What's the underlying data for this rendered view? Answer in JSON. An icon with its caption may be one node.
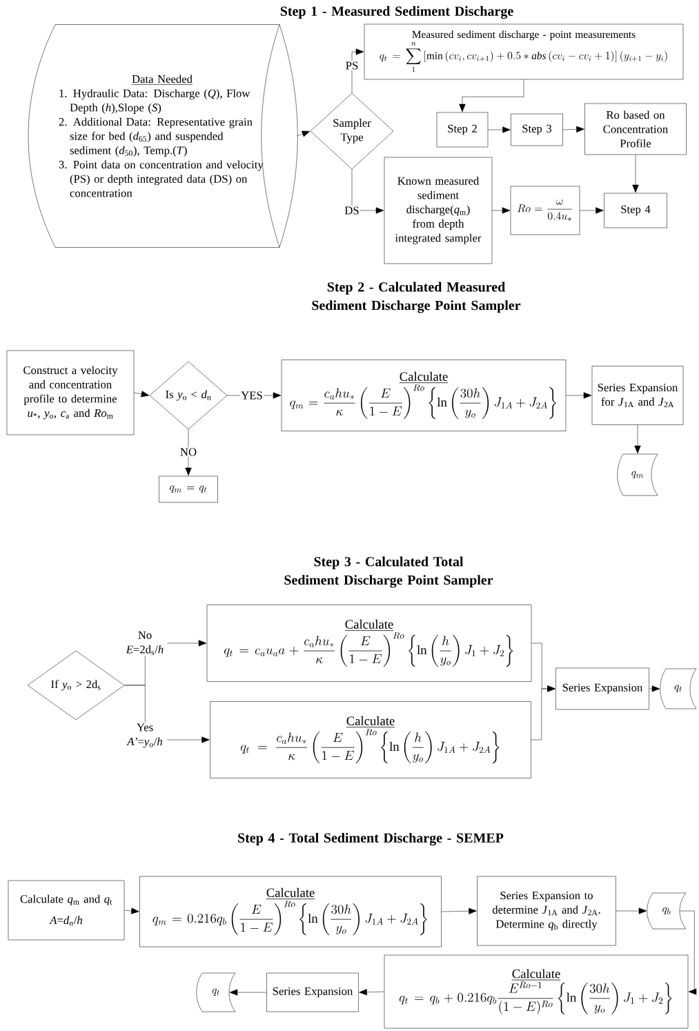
{
  "diagram": {
    "nodes": [
      {
        "text": [
          "Data Needed",
          "1. Hydraulic Data: Discharge (*Q*), Flow Depth (*h*),Slope (*S*)",
          "2. Additional Data: Representative grain size for bed (*d*$_{65}$) and suspended sediment (*d*$_{50}$), Temp.(*T*)",
          "3. Point data on concentration and velocity (PS) or depth integrated data (DS) on concentration"
        ]
      },
      {
        "text": [
          "Sampler Type"
        ]
      },
      {
        "text": [
          "Measured sediment discharge - point measurements",
          "q_t=\\sum\\limits_{1}^{n}\\left[\\min\\left(cv_i,cv_{i+1}\\right)+0.5*\\mathit{abs}\\left(cv_i-cv_i+1\\right)\\right]\\left(y_{i+1}-y_i\\right)"
        ]
      },
      {
        "text": [
          "Step 2"
        ]
      },
      {
        "text": [
          "Step 3"
        ]
      },
      {
        "text": [
          "Ro based on Concentration Profile"
        ]
      },
      {
        "text": [
          "Known measured sediment discharge(*q*$_{m}$) from depth integrated sampler"
        ]
      },
      {
        "text": [
          "Ro=\\frac{\\omega}{0.4u_*}"
        ]
      },
      {
        "text": [
          "Step 4"
        ]
      },
      {
        "text": [
          "Construct a velocity and concentration profile to determine *u*$_{*}$, *y*$_{o}$, *c*$_{a}$ and *Ro*$_{m}$"
        ]
      },
      {
        "text": [
          "Is *y*$_{o}$ < *d*$_{n}$"
        ]
      },
      {
        "text": [
          "Calculate",
          "q_m=\\frac{c_a h u_*}{\\kappa}\\left(\\frac{E}{1-E}\\right)^{Ro}\\left\\{\\ln\\left(\\frac{30h}{y_o}\\right)J_{1A}+J_{2A}\\right\\}"
        ]
      },
      {
        "text": [
          "Series Expansion for *J*$_{1A}$ and *J*$_{2A}$"
        ]
      },
      {
        "text": [
          "q_m"
        ]
      },
      {
        "text": [
          "q_m=q_t"
        ]
      },
      {
        "text": [
          "If *y*$_{o}$ > 2d$_{s}$"
        ]
      },
      {
        "text": [
          "Calculate",
          "q_t=c_a u_a a+\\frac{c_a h u_*}{\\kappa}\\left(\\frac{E}{1-E}\\right)^{Ro}\\left\\{\\ln\\left(\\frac{h}{y_o}\\right)J_1+J_2\\right\\}"
        ]
      },
      {
        "text": [
          "Calculate",
          "q_t=\\frac{c_a h u_*}{\\kappa}\\left(\\frac{E}{1-E}\\right)^{Ro}\\left\\{\\ln\\left(\\frac{h}{y_o}\\right)J_{1A}+J_{2A}\\right\\}"
        ]
      },
      {
        "text": [
          "Series Expansion"
        ]
      },
      {
        "text": [
          "q_t"
        ]
      },
      {
        "text": [
          "Calculate *q*$_{m}$ and *q*$_{t}$",
          "*A*=*d*$_{n}$/*h*"
        ]
      },
      {
        "text": [
          "Calculate",
          "q_m=0.216q_b\\left(\\frac{E}{1-E}\\right)^{Ro}\\left\\{\\ln\\left(\\frac{30h}{y_o}\\right)J_{1A}+J_{2A}\\right\\}"
        ]
      },
      {
        "text": [
          "Series Expansion to determine *J*$_{1A}$ and *J*$_{2A}$. Determine *q*$_{b}$ directly"
        ]
      },
      {
        "text": [
          "q_b"
        ]
      },
      {
        "text": [
          "Calculate",
          "q_t=q_b+0.216q_b\\frac{E^{Ro-1}}{(1-E)^{Ro}}\\left\\{\\ln\\left(\\frac{30h}{y_o}\\right)J_1+J_2\\right\\}"
        ]
      },
      {
        "text": [
          "Series Expansion"
        ]
      },
      {
        "text": [
          "q_t"
        ]
      }
    ],
    "edges": [
      {
        "from": 0,
        "to": 1,
        "arrow": "to"
      },
      {
        "from": 1,
        "to": 2,
        "arrow": "to",
        "label": "PS"
      },
      {
        "from": 1,
        "to": 6,
        "arrow": "to",
        "label": "DS"
      },
      {
        "from": 2,
        "to": 3,
        "arrow": "to"
      },
      {
        "from": 3,
        "to": 4,
        "arrow": "to"
      },
      {
        "from": 4,
        "to": 5,
        "arrow": "to"
      },
      {
        "from": 5,
        "to": 8,
        "arrow": "to"
      },
      {
        "from": 6,
        "to": 7,
        "arrow": "to"
      },
      {
        "from": 7,
        "to": 8,
        "arrow": "to"
      },
      {
        "from": 9,
        "to": 10,
        "arrow": "to"
      },
      {
        "from": 10,
        "to": 11,
        "arrow": "to",
        "label": "YES"
      },
      {
        "from": 10,
        "to": 14,
        "arrow": "to",
        "label": "NO"
      },
      {
        "from": 11,
        "to": 12,
        "arrow": "to"
      },
      {
        "from": 12,
        "to": 13,
        "arrow": "to"
      },
      {
        "from": 15,
        "to": 16,
        "arrow": "to",
        "label": "No *E*=2d$_{s}$/*h*"
      },
      {
        "from": 15,
        "to": 17,
        "arrow": "to",
        "label": "Yes *A’*=*y*$_{o}$/*h*"
      },
      {
        "from": 16,
        "to": 18,
        "arrow": "to"
      },
      {
        "from": 17,
        "to": 18,
        "arrow": "to"
      },
      {
        "from": 18,
        "to": 19,
        "arrow": "to"
      },
      {
        "from": 20,
        "to": 21,
        "arrow": "to"
      },
      {
        "from": 21,
        "to": 22,
        "arrow": "to"
      },
      {
        "from": 22,
        "to": 23,
        "arrow": "to"
      },
      {
        "from": 23,
        "to": 24,
        "arrow": "to"
      },
      {
        "from": 24,
        "to": 25,
        "arrow": "to"
      },
      {
        "from": 25,
        "to": 26,
        "arrow": "to"
      }
    ],
    "labels": [
      "Step 1 - Measured Sediment Discharge",
      "Step 2 - Calculated Measured Sediment Discharge Point Sampler",
      "Step 3 - Calculated Total Sediment Discharge Point Sampler",
      "Step 4 - Total Sediment Discharge - SEMEP"
    ]
  }
}
